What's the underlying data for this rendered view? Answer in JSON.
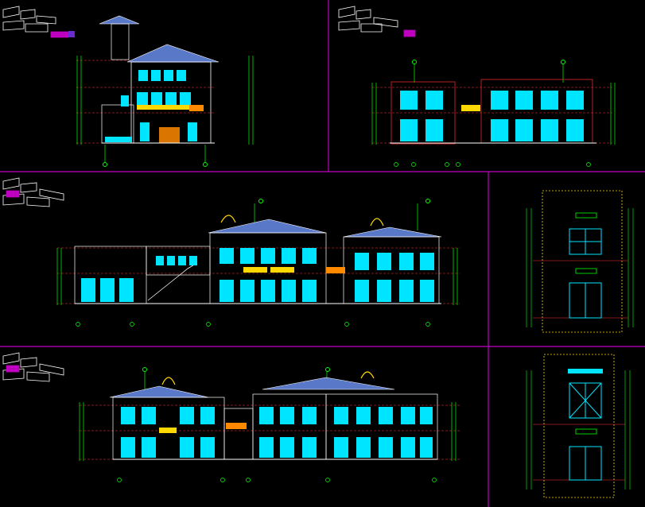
{
  "colors": {
    "background": "#000000",
    "frame_divider": "#c000c0",
    "facade_cyan": "#00e5ff",
    "roof_blue": "#5a78c8",
    "accent_yellow": "#ffd800",
    "accent_orange": "#ff8a00",
    "axis_green": "#00ff00",
    "level_red": "#ff3030",
    "outline_white": "#ffffff"
  },
  "drawings": [
    {
      "id": "elevation-top-left"
    },
    {
      "id": "elevation-top-right"
    },
    {
      "id": "elevation-middle-long"
    },
    {
      "id": "elevation-bottom-long"
    },
    {
      "id": "detail-window-upper"
    },
    {
      "id": "detail-window-lower"
    }
  ]
}
